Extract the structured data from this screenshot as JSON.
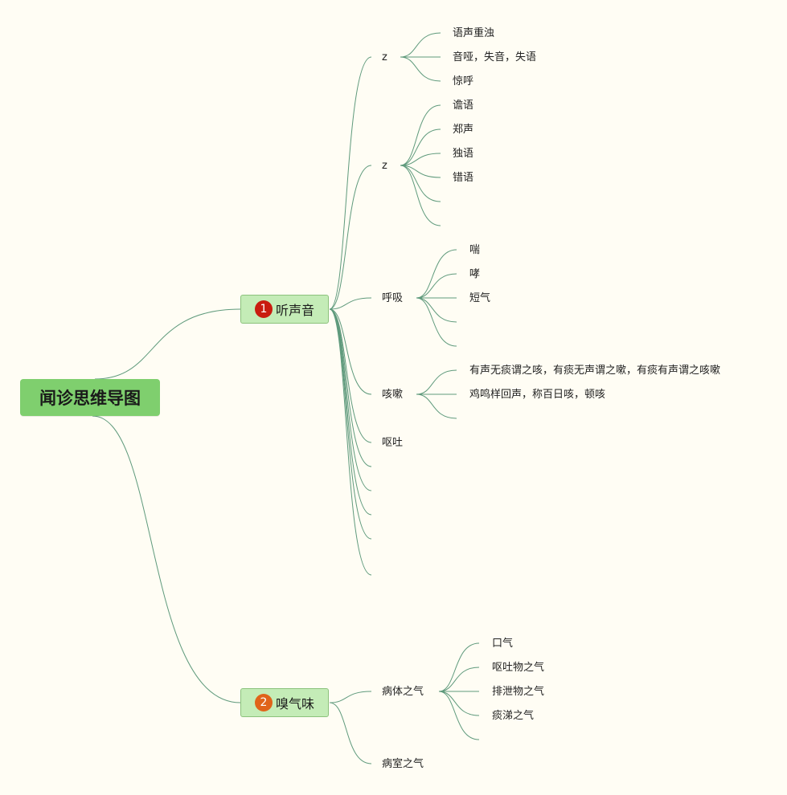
{
  "root": {
    "label": "闻诊思维导图"
  },
  "branches": [
    {
      "index": "1",
      "label": "听声音",
      "children": [
        {
          "label": "z",
          "leaves": [
            "语声重浊",
            "音哑，失音，失语",
            "惊呼"
          ]
        },
        {
          "label": "z",
          "leaves": [
            "谵语",
            "郑声",
            "独语",
            "错语",
            "",
            ""
          ]
        },
        {
          "label": "呼吸",
          "leaves": [
            "喘",
            "哮",
            "短气",
            "",
            ""
          ]
        },
        {
          "label": "咳嗽",
          "leaves": [
            "有声无痰谓之咳，有痰无声谓之嗽，有痰有声谓之咳嗽",
            "鸡鸣样回声，称百日咳，顿咳",
            ""
          ]
        },
        {
          "label": "呕吐",
          "leaves": []
        },
        {
          "label": "",
          "leaves": []
        },
        {
          "label": "",
          "leaves": []
        },
        {
          "label": "",
          "leaves": []
        },
        {
          "label": "",
          "leaves": []
        },
        {
          "label": "",
          "leaves": []
        }
      ]
    },
    {
      "index": "2",
      "label": "嗅气味",
      "children": [
        {
          "label": "病体之气",
          "leaves": [
            "口气",
            "呕吐物之气",
            "排泄物之气",
            "痰涕之气",
            ""
          ]
        },
        {
          "label": "病室之气",
          "leaves": []
        }
      ]
    }
  ],
  "colors": {
    "background": "#fffdf4",
    "root_fill": "#7fcf6e",
    "branch_fill": "#c4ecb7",
    "badge_1": "#c91c0f",
    "badge_2": "#e0641a",
    "connector": "#5f9a7c"
  }
}
